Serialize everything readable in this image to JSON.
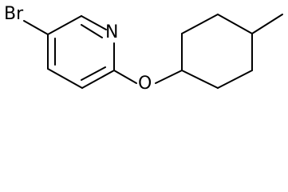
{
  "structure": {
    "atoms": {
      "bromine": "Br",
      "nitrogen": "N",
      "oxygen": "O"
    },
    "colors": {
      "bond": "#000000",
      "background": "#ffffff",
      "label": "#000000"
    }
  }
}
